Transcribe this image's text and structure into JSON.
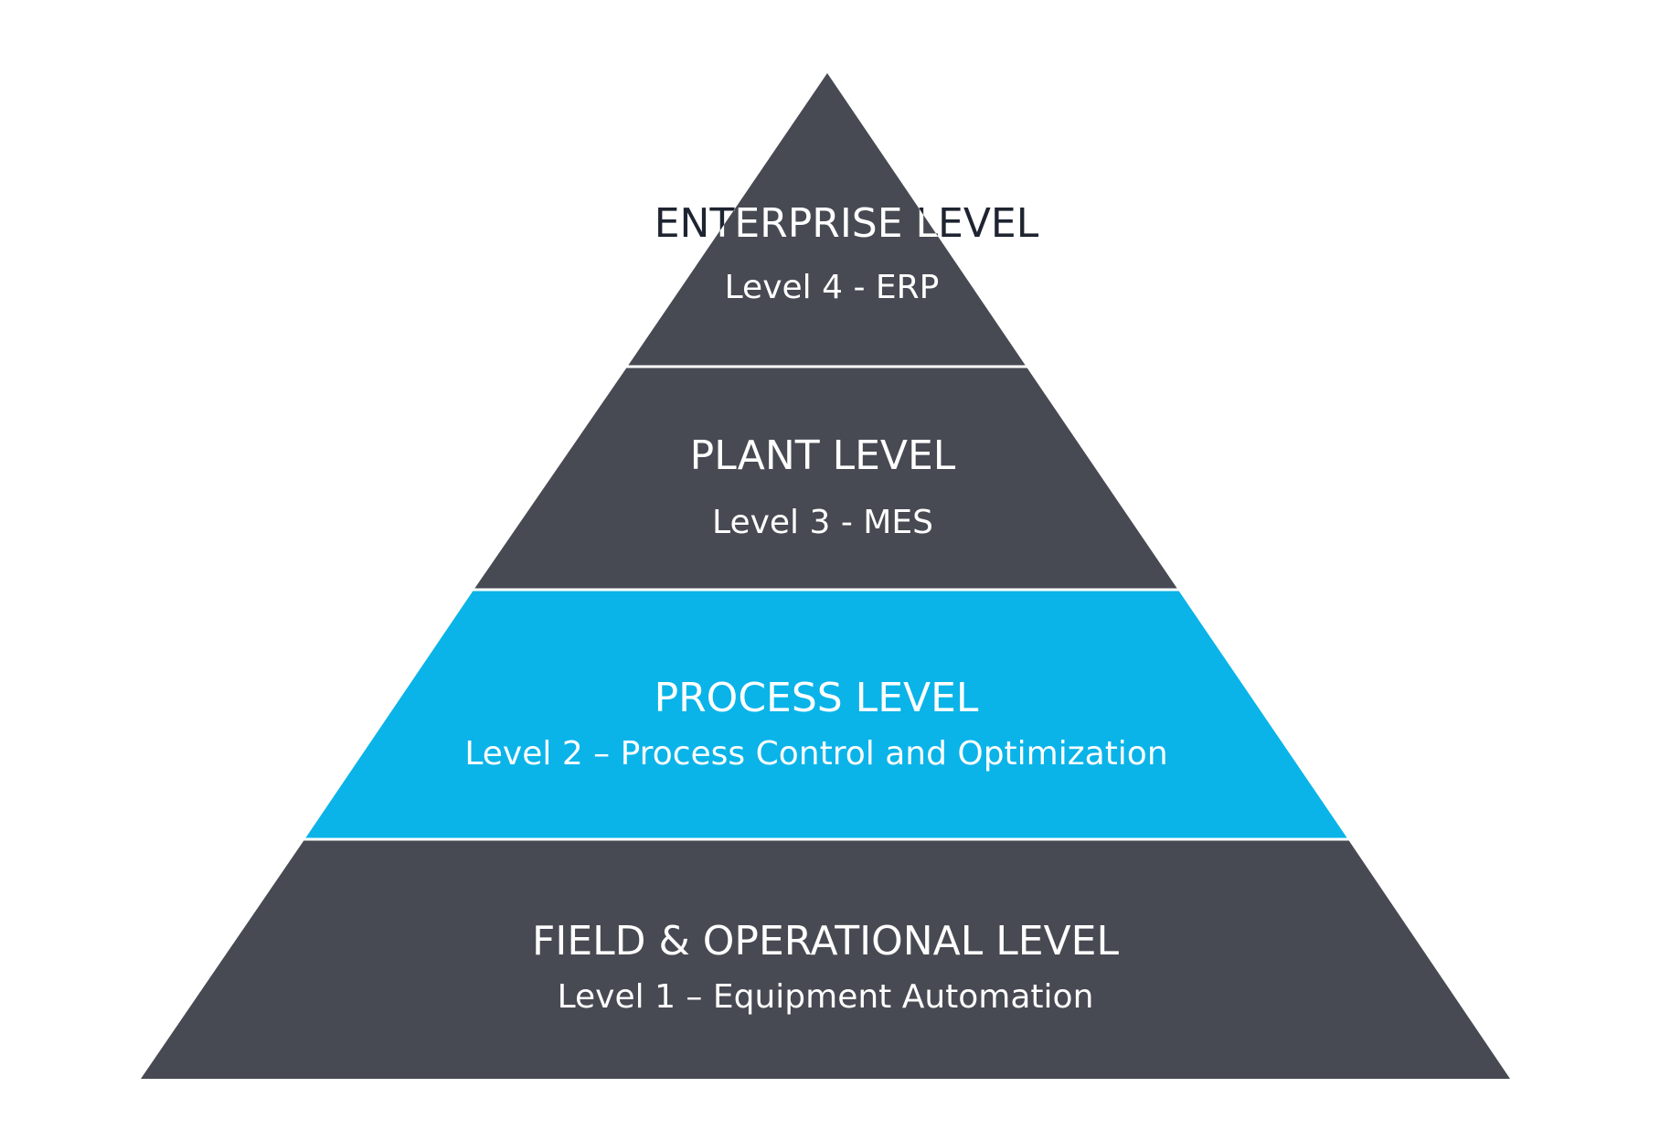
{
  "colors": {
    "dark_tier": "#474a52",
    "highlight_tier": "#0ab4e8",
    "separator": "#ffffff",
    "text_light": "#ffffff",
    "text_dark": "#1e2430"
  },
  "tiers": [
    {
      "title": "ENTERPRISE LEVEL",
      "subtitle": "Level 4 - ERP",
      "highlighted": false
    },
    {
      "title": "PLANT LEVEL",
      "subtitle": "Level 3 - MES",
      "highlighted": false
    },
    {
      "title": "PROCESS LEVEL",
      "subtitle": "Level 2 – Process Control and Optimization",
      "highlighted": true
    },
    {
      "title": "FIELD & OPERATIONAL LEVEL",
      "subtitle": "Level 1  – Equipment Automation",
      "highlighted": false
    }
  ]
}
